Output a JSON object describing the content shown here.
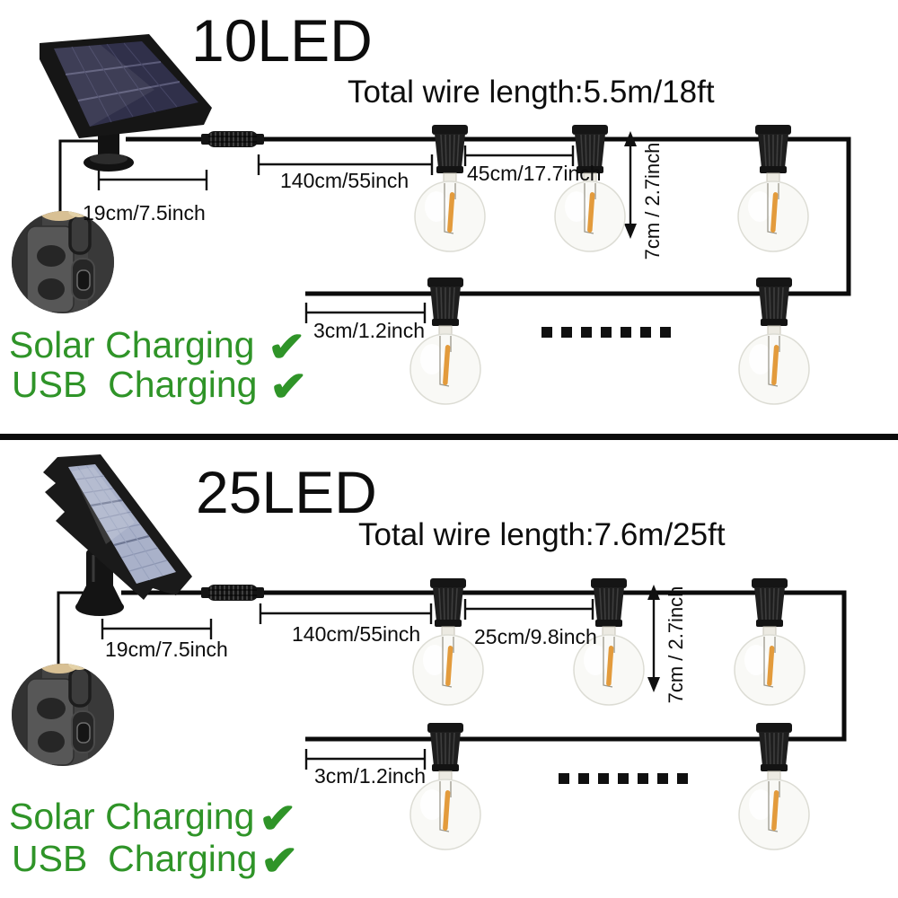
{
  "colors": {
    "background": "#ffffff",
    "line_black": "#0b0b0b",
    "feature_green": "#2f9428",
    "filament_orange": "#e39b3c",
    "panel_cell_dark": "#30304a",
    "panel_cell_light": "#a9b1c9"
  },
  "icons": {
    "check": "✔"
  },
  "sections": [
    {
      "title": "10LED",
      "total_wire_length": "Total wire length:5.5m/18ft",
      "measurements": {
        "panel_cable": "19cm/7.5inch",
        "lead": "140cm/55inch",
        "spacing": "45cm/17.7inch",
        "drop": "7cm / 2.7inch",
        "tail": "3cm/1.2inch"
      },
      "features": [
        {
          "label": "Solar Charging"
        },
        {
          "label": "USB  Charging"
        }
      ]
    },
    {
      "title": "25LED",
      "total_wire_length": "Total wire length:7.6m/25ft",
      "measurements": {
        "panel_cable": "19cm/7.5inch",
        "lead": "140cm/55inch",
        "spacing": "25cm/9.8inch",
        "drop": "7cm / 2.7inch",
        "tail": "3cm/1.2inch"
      },
      "features": [
        {
          "label": "Solar Charging"
        },
        {
          "label": "USB  Charging"
        }
      ]
    }
  ]
}
